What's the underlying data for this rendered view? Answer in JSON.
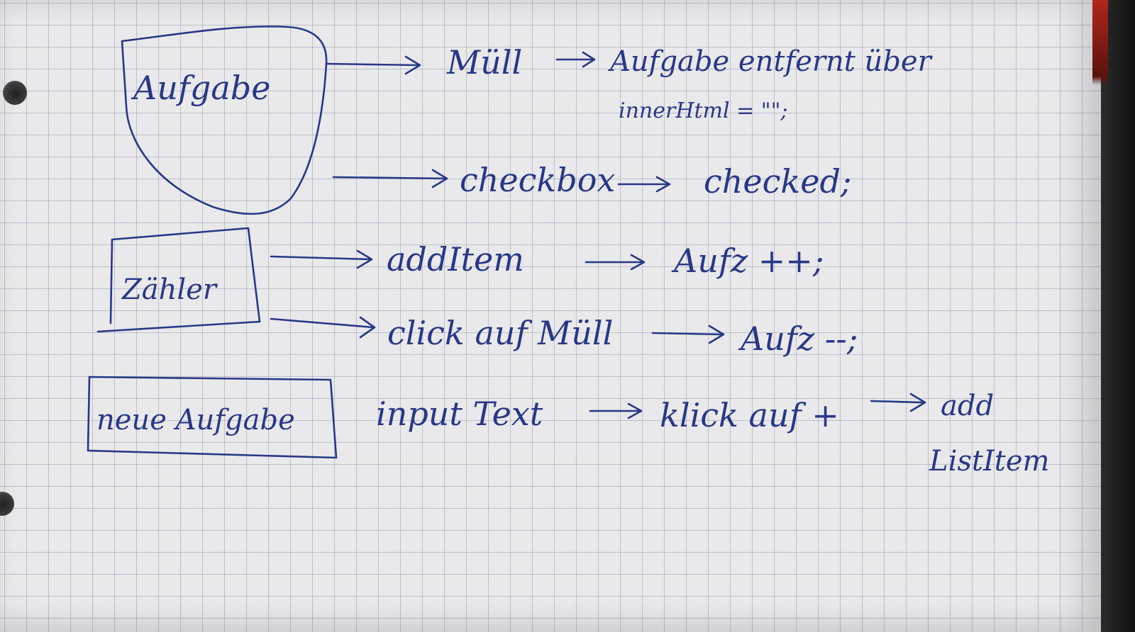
{
  "boxes": {
    "aufgabe": "Aufgabe",
    "zaehler": "Zähler",
    "neue_aufgabe": "neue Aufgabe"
  },
  "rows": {
    "r1_event": "Müll",
    "r1_action_line1": "Aufgabe entfernt über",
    "r1_action_line2": "innerHtml = \"\";",
    "r2_event": "checkbox",
    "r2_action": "checked;",
    "r3_event": "addItem",
    "r3_action": "Aufz ++;",
    "r4_event": "click auf Müll",
    "r4_action": "Aufz --;",
    "r5_event": "input Text",
    "r5_middle": "klick auf +",
    "r5_action_line1": "add",
    "r5_action_line2": "ListItem"
  },
  "colors": {
    "ink": "#283886",
    "paper": "#e9e9ec",
    "grid": "#787e96"
  }
}
